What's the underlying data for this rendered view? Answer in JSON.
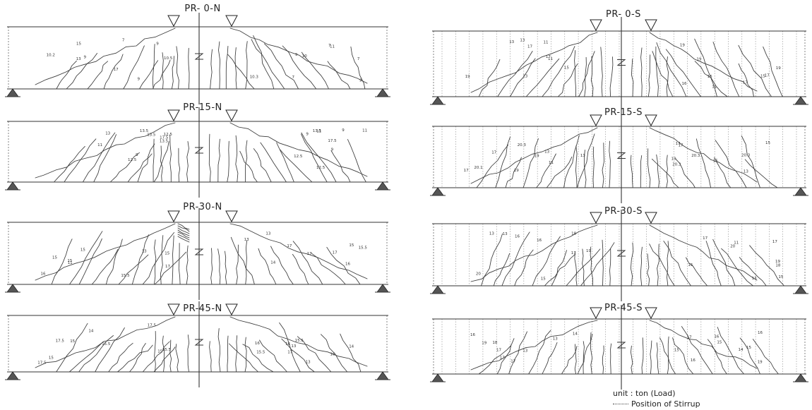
{
  "panels": [
    {
      "title": "PR- 0-N",
      "side": "N",
      "labels": [
        "10.5",
        "10.3",
        "10.2",
        "10",
        "9",
        "9",
        "7",
        "7",
        "9",
        "9",
        "13",
        "11",
        "17",
        "7",
        "9",
        "7",
        "15"
      ]
    },
    {
      "title": "PR-15-N",
      "side": "N",
      "labels": [
        "13.5",
        "12.5",
        "13.5",
        "13.5",
        "17.5",
        "9",
        "11",
        "17.5",
        "13.5",
        "11",
        "9",
        "11",
        "13",
        "9",
        "12.5",
        "12.5",
        "12.5",
        "9"
      ]
    },
    {
      "title": "PR-30-N",
      "side": "N",
      "labels": [
        "15",
        "15.5",
        "15",
        "13",
        "15",
        "17",
        "13",
        "17",
        "15.5",
        "15",
        "17",
        "13",
        "15",
        "17",
        "11",
        "16",
        "16",
        "14"
      ]
    },
    {
      "title": "PR-45-N",
      "side": "N",
      "labels": [
        "15.5",
        "15.5",
        "17.5",
        "15.5",
        "14",
        "13",
        "17.5",
        "16",
        "15",
        "16",
        "15.5",
        "17",
        "15",
        "13",
        "17.5",
        "16",
        "15",
        "14"
      ]
    },
    {
      "title": "PR- 0-S",
      "side": "S",
      "labels": [
        "19",
        "19",
        "17",
        "15",
        "13",
        "17",
        "11",
        "11",
        "15",
        "19",
        "17",
        "16",
        "13",
        "15",
        "13",
        "17",
        "11",
        "19"
      ]
    },
    {
      "title": "PR-15-S",
      "side": "S",
      "labels": [
        "20.1",
        "20.3",
        "19",
        "17",
        "13",
        "20.3",
        "17",
        "15",
        "11",
        "13",
        "19",
        "19",
        "17",
        "17",
        "20.3",
        "20.3",
        "13",
        "15"
      ]
    },
    {
      "title": "PR-30-S",
      "side": "S",
      "labels": [
        "13",
        "19",
        "15",
        "17",
        "16",
        "20",
        "16",
        "13",
        "19",
        "17",
        "20",
        "18",
        "17",
        "15",
        "13",
        "15",
        "18",
        "11"
      ]
    },
    {
      "title": "PR-45-S",
      "side": "S",
      "labels": [
        "19",
        "17",
        "13",
        "15",
        "16",
        "19",
        "17",
        "16",
        "14",
        "15",
        "17",
        "14",
        "18",
        "16",
        "17",
        "15",
        "13",
        "16"
      ]
    }
  ],
  "legend": {
    "unit": "unit : ton (Load)",
    "stirrup": "Position of Stirrup"
  }
}
